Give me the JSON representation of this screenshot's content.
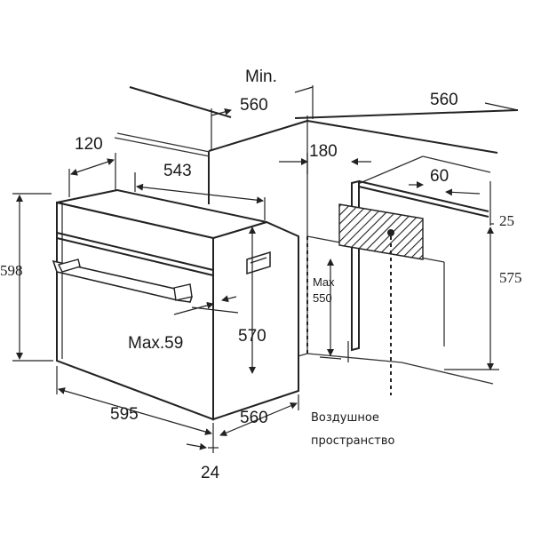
{
  "diagram": {
    "labels": {
      "min": "Min.",
      "counter_depth": "560",
      "counter_width": "560",
      "top_depth": "120",
      "inner_depth": "543",
      "offset_180": "180",
      "offset_60": "60",
      "gap_25": "25",
      "height_598": "598",
      "max_label": "Max",
      "max_550": "550",
      "height_575": "575",
      "max_59": "Max.59",
      "height_570": "570",
      "width_595": "595",
      "depth_560": "560",
      "panel_24": "24",
      "air_space_line1": "Воздушное",
      "air_space_line2": "пространство"
    }
  }
}
